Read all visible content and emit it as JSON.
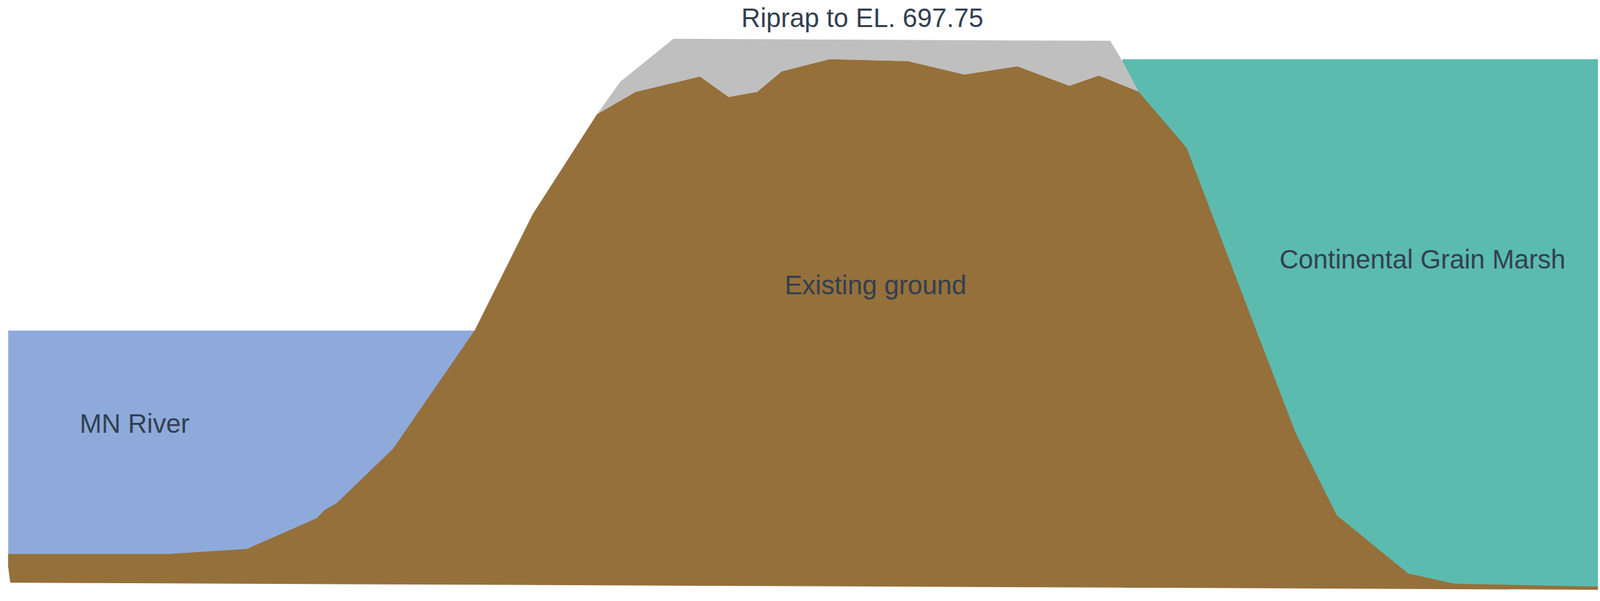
{
  "diagram": {
    "labels": [
      "Riprap to EL. 697.75",
      "MN River",
      "Existing ground",
      "Continental Grain Marsh"
    ]
  }
}
